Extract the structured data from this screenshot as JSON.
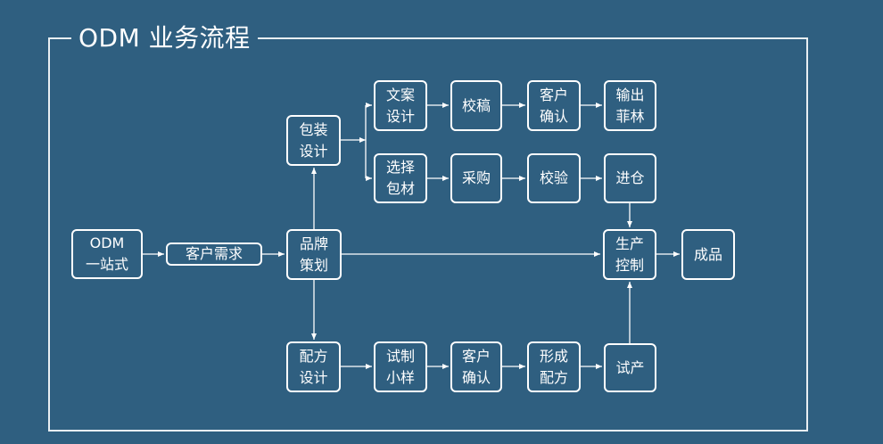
{
  "title": "ODM 业务流程",
  "nodes": {
    "odm": "ODM\n一站式",
    "kehu_xuqiu": "客户需求",
    "pinpai": "品牌\n策划",
    "baozhuang": "包装\n设计",
    "wenan": "文案\n设计",
    "jiaogao": "校稿",
    "kehu_queren_top": "客户\n确认",
    "shuchu": "输出\n菲林",
    "xuanze": "选择\n包材",
    "caigou": "采购",
    "jiaoyan": "校验",
    "jincang": "进仓",
    "shengchan": "生产\n控制",
    "chengpin": "成品",
    "peifang": "配方\n设计",
    "shizhi": "试制\n小样",
    "kehu_queren_bottom": "客户\n确认",
    "xingcheng": "形成\n配方",
    "shichan": "试产"
  }
}
